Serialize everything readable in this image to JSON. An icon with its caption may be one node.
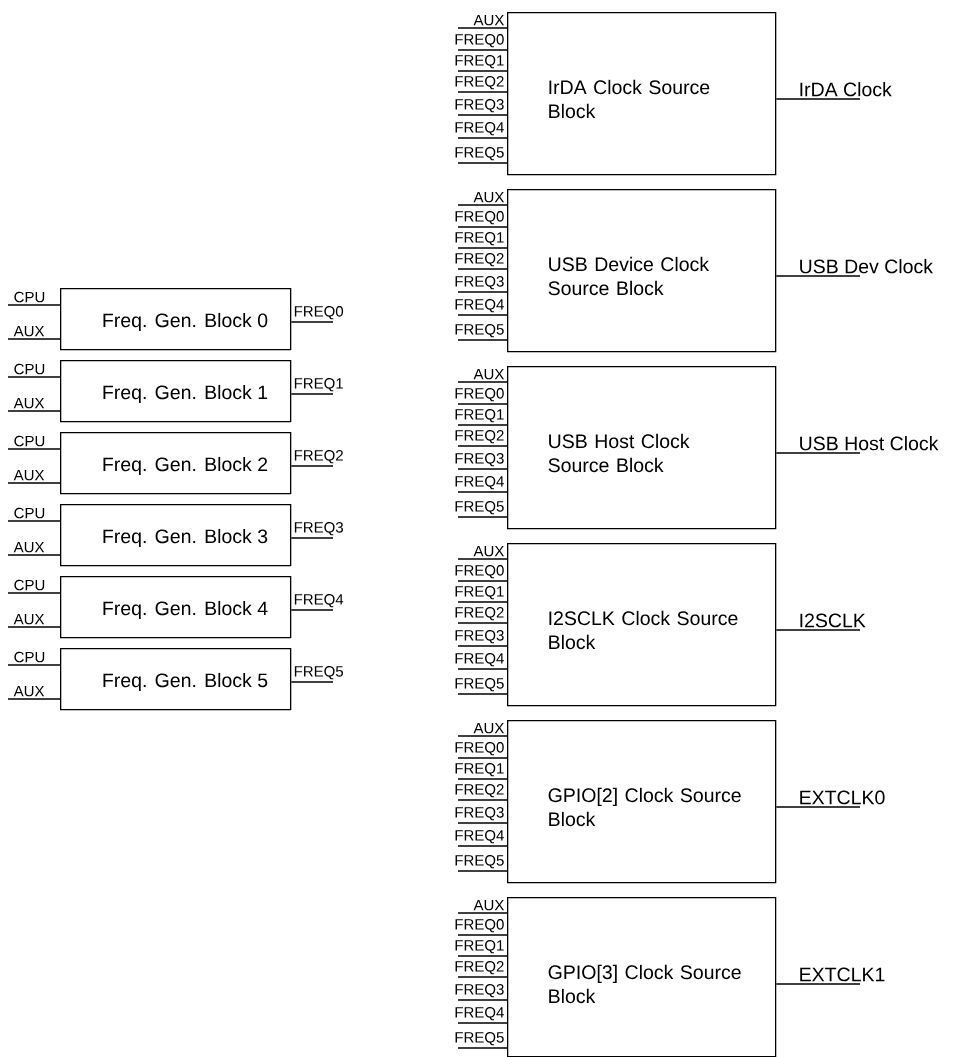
{
  "diagram": {
    "nodes": [
      {
        "text": [
          "Freq. Gen. Block 0"
        ]
      },
      {
        "text": [
          "Freq. Gen. Block 1"
        ]
      },
      {
        "text": [
          "Freq. Gen. Block 2"
        ]
      },
      {
        "text": [
          "Freq. Gen. Block 3"
        ]
      },
      {
        "text": [
          "Freq. Gen. Block 4"
        ]
      },
      {
        "text": [
          "Freq. Gen. Block 5"
        ]
      },
      {
        "text": [
          "IrDA Clock Source Block"
        ]
      },
      {
        "text": [
          "USB Device Clock Source Block"
        ]
      },
      {
        "text": [
          "USB Host Clock Source Block"
        ]
      },
      {
        "text": [
          "I2SCLK Clock Source Block"
        ]
      },
      {
        "text": [
          "GPIO[2] Clock Source Block"
        ]
      },
      {
        "text": [
          "GPIO[3] Clock Source Block"
        ]
      }
    ],
    "edges": [
      {
        "from": null,
        "to": 0,
        "arrow": "none",
        "label": "CPU"
      },
      {
        "from": null,
        "to": 0,
        "arrow": "none",
        "label": "AUX"
      },
      {
        "from": 0,
        "to": null,
        "arrow": "none",
        "label": "FREQ0"
      },
      {
        "from": null,
        "to": 1,
        "arrow": "none",
        "label": "CPU"
      },
      {
        "from": null,
        "to": 1,
        "arrow": "none",
        "label": "AUX"
      },
      {
        "from": 1,
        "to": null,
        "arrow": "none",
        "label": "FREQ1"
      },
      {
        "from": null,
        "to": 2,
        "arrow": "none",
        "label": "CPU"
      },
      {
        "from": null,
        "to": 2,
        "arrow": "none",
        "label": "AUX"
      },
      {
        "from": 2,
        "to": null,
        "arrow": "none",
        "label": "FREQ2"
      },
      {
        "from": null,
        "to": 3,
        "arrow": "none",
        "label": "CPU"
      },
      {
        "from": null,
        "to": 3,
        "arrow": "none",
        "label": "AUX"
      },
      {
        "from": 3,
        "to": null,
        "arrow": "none",
        "label": "FREQ3"
      },
      {
        "from": null,
        "to": 4,
        "arrow": "none",
        "label": "CPU"
      },
      {
        "from": null,
        "to": 4,
        "arrow": "none",
        "label": "AUX"
      },
      {
        "from": 4,
        "to": null,
        "arrow": "none",
        "label": "FREQ4"
      },
      {
        "from": null,
        "to": 5,
        "arrow": "none",
        "label": "CPU"
      },
      {
        "from": null,
        "to": 5,
        "arrow": "none",
        "label": "AUX"
      },
      {
        "from": 5,
        "to": null,
        "arrow": "none",
        "label": "FREQ5"
      },
      {
        "from": null,
        "to": 6,
        "arrow": "none",
        "label": "AUX"
      },
      {
        "from": null,
        "to": 6,
        "arrow": "none",
        "label": "FREQ0"
      },
      {
        "from": null,
        "to": 6,
        "arrow": "none",
        "label": "FREQ1"
      },
      {
        "from": null,
        "to": 6,
        "arrow": "none",
        "label": "FREQ2"
      },
      {
        "from": null,
        "to": 6,
        "arrow": "none",
        "label": "FREQ3"
      },
      {
        "from": null,
        "to": 6,
        "arrow": "none",
        "label": "FREQ4"
      },
      {
        "from": null,
        "to": 6,
        "arrow": "none",
        "label": "FREQ5"
      },
      {
        "from": 6,
        "to": null,
        "arrow": "none",
        "label": "IrDA Clock"
      },
      {
        "from": null,
        "to": 7,
        "arrow": "none",
        "label": "AUX"
      },
      {
        "from": null,
        "to": 7,
        "arrow": "none",
        "label": "FREQ0"
      },
      {
        "from": null,
        "to": 7,
        "arrow": "none",
        "label": "FREQ1"
      },
      {
        "from": null,
        "to": 7,
        "arrow": "none",
        "label": "FREQ2"
      },
      {
        "from": null,
        "to": 7,
        "arrow": "none",
        "label": "FREQ3"
      },
      {
        "from": null,
        "to": 7,
        "arrow": "none",
        "label": "FREQ4"
      },
      {
        "from": null,
        "to": 7,
        "arrow": "none",
        "label": "FREQ5"
      },
      {
        "from": 7,
        "to": null,
        "arrow": "none",
        "label": "USB Dev Clock"
      },
      {
        "from": null,
        "to": 8,
        "arrow": "none",
        "label": "AUX"
      },
      {
        "from": null,
        "to": 8,
        "arrow": "none",
        "label": "FREQ0"
      },
      {
        "from": null,
        "to": 8,
        "arrow": "none",
        "label": "FREQ1"
      },
      {
        "from": null,
        "to": 8,
        "arrow": "none",
        "label": "FREQ2"
      },
      {
        "from": null,
        "to": 8,
        "arrow": "none",
        "label": "FREQ3"
      },
      {
        "from": null,
        "to": 8,
        "arrow": "none",
        "label": "FREQ4"
      },
      {
        "from": null,
        "to": 8,
        "arrow": "none",
        "label": "FREQ5"
      },
      {
        "from": 8,
        "to": null,
        "arrow": "none",
        "label": "USB Host Clock"
      },
      {
        "from": null,
        "to": 9,
        "arrow": "none",
        "label": "AUX"
      },
      {
        "from": null,
        "to": 9,
        "arrow": "none",
        "label": "FREQ0"
      },
      {
        "from": null,
        "to": 9,
        "arrow": "none",
        "label": "FREQ1"
      },
      {
        "from": null,
        "to": 9,
        "arrow": "none",
        "label": "FREQ2"
      },
      {
        "from": null,
        "to": 9,
        "arrow": "none",
        "label": "FREQ3"
      },
      {
        "from": null,
        "to": 9,
        "arrow": "none",
        "label": "FREQ4"
      },
      {
        "from": null,
        "to": 9,
        "arrow": "none",
        "label": "FREQ5"
      },
      {
        "from": 9,
        "to": null,
        "arrow": "none",
        "label": "I2SCLK"
      },
      {
        "from": null,
        "to": 10,
        "arrow": "none",
        "label": "AUX"
      },
      {
        "from": null,
        "to": 10,
        "arrow": "none",
        "label": "FREQ0"
      },
      {
        "from": null,
        "to": 10,
        "arrow": "none",
        "label": "FREQ1"
      },
      {
        "from": null,
        "to": 10,
        "arrow": "none",
        "label": "FREQ2"
      },
      {
        "from": null,
        "to": 10,
        "arrow": "none",
        "label": "FREQ3"
      },
      {
        "from": null,
        "to": 10,
        "arrow": "none",
        "label": "FREQ4"
      },
      {
        "from": null,
        "to": 10,
        "arrow": "none",
        "label": "FREQ5"
      },
      {
        "from": 10,
        "to": null,
        "arrow": "none",
        "label": "EXTCLK0"
      },
      {
        "from": null,
        "to": 11,
        "arrow": "none",
        "label": "AUX"
      },
      {
        "from": null,
        "to": 11,
        "arrow": "none",
        "label": "FREQ0"
      },
      {
        "from": null,
        "to": 11,
        "arrow": "none",
        "label": "FREQ1"
      },
      {
        "from": null,
        "to": 11,
        "arrow": "none",
        "label": "FREQ2"
      },
      {
        "from": null,
        "to": 11,
        "arrow": "none",
        "label": "FREQ3"
      },
      {
        "from": null,
        "to": 11,
        "arrow": "none",
        "label": "FREQ4"
      },
      {
        "from": null,
        "to": 11,
        "arrow": "none",
        "label": "FREQ5"
      },
      {
        "from": 11,
        "to": null,
        "arrow": "none",
        "label": "EXTCLK1"
      }
    ]
  }
}
